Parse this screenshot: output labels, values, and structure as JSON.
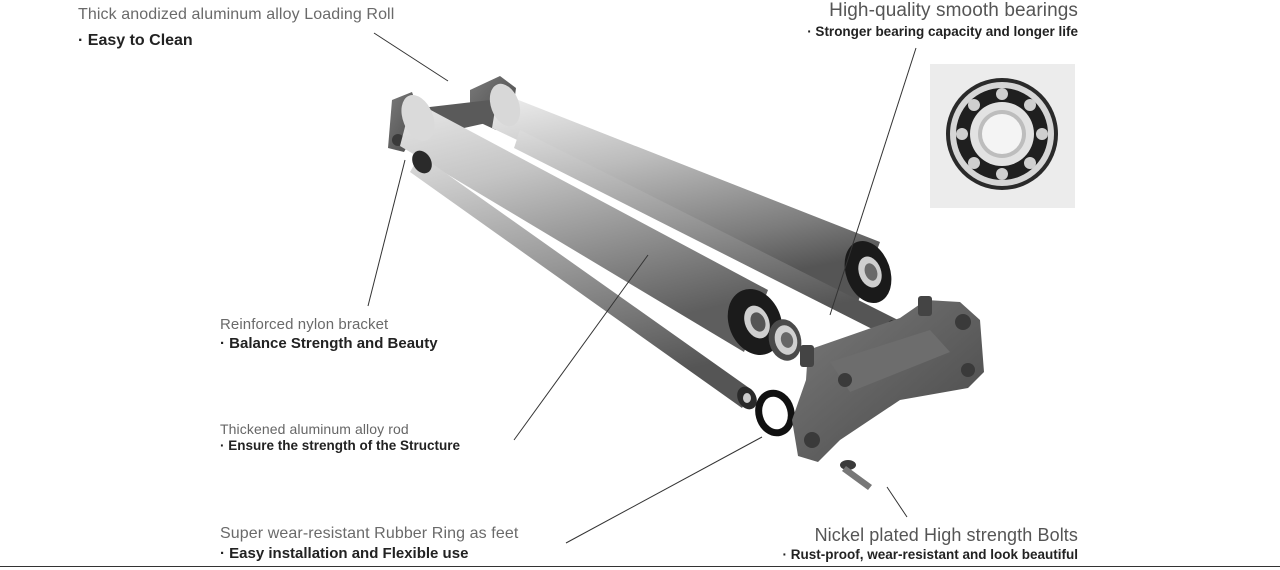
{
  "callouts": {
    "loading_roll": {
      "title": "Thick anodized aluminum alloy Loading Roll",
      "benefit": "· Easy to Clean"
    },
    "bearings": {
      "title": "High-quality smooth bearings",
      "benefit": "· Stronger bearing capacity and longer life"
    },
    "bracket": {
      "title": "Reinforced nylon bracket",
      "benefit": "· Balance Strength and Beauty"
    },
    "rod": {
      "title": "Thickened aluminum alloy rod",
      "benefit": "· Ensure the strength of the Structure"
    },
    "rubber_ring": {
      "title": "Super wear-resistant Rubber Ring as feet",
      "benefit": "· Easy installation and Flexible use"
    },
    "bolts": {
      "title": "Nickel plated High strength Bolts",
      "benefit": "· Rust-proof, wear-resistant and look beautiful"
    }
  },
  "icons": [
    "bearing-closeup-icon",
    "roller-assembly-icon"
  ],
  "colors": {
    "background": "#ffffff",
    "roller_silver": "#a8a8a8",
    "bracket_gray": "#5a5a5a",
    "rubber_black": "#1a1a1a"
  }
}
